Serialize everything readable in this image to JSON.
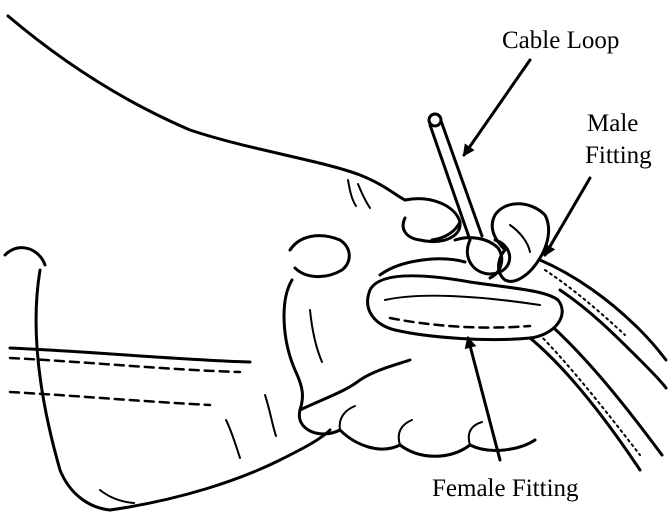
{
  "labels": {
    "cable_loop": "Cable Loop",
    "male_fitting_line1": "Male",
    "male_fitting_line2": "Fitting",
    "female_fitting": "Female Fitting"
  }
}
